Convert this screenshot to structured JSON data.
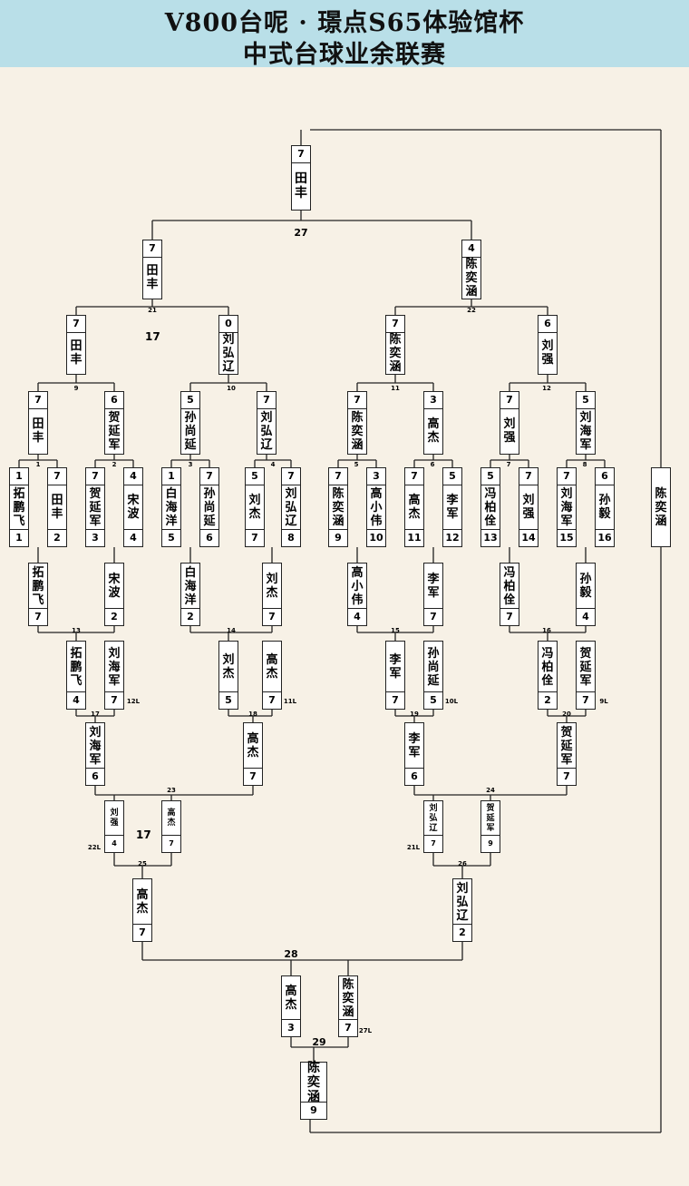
{
  "header": {
    "line1": "V800台呢 · 璟点S65体验馆杯",
    "line2": "中式台球业余联赛"
  },
  "notes": {
    "upper_left": "17",
    "lower_left": "17"
  },
  "colors": {
    "header_bg": "#b9dfe8",
    "page_bg": "#f7f1e6",
    "line": "#222222"
  },
  "match_labels": [
    {
      "id": "m1",
      "text": "1"
    },
    {
      "id": "m2",
      "text": "2"
    },
    {
      "id": "m3",
      "text": "3"
    },
    {
      "id": "m4",
      "text": "4"
    },
    {
      "id": "m5",
      "text": "5"
    },
    {
      "id": "m6",
      "text": "6"
    },
    {
      "id": "m7",
      "text": "7"
    },
    {
      "id": "m8",
      "text": "8"
    },
    {
      "id": "m9",
      "text": "9"
    },
    {
      "id": "m10",
      "text": "10"
    },
    {
      "id": "m11",
      "text": "11"
    },
    {
      "id": "m12",
      "text": "12"
    },
    {
      "id": "m13",
      "text": "13"
    },
    {
      "id": "m14",
      "text": "14"
    },
    {
      "id": "m15",
      "text": "15"
    },
    {
      "id": "m16",
      "text": "16"
    },
    {
      "id": "m17",
      "text": "17"
    },
    {
      "id": "m18",
      "text": "18"
    },
    {
      "id": "m19",
      "text": "19"
    },
    {
      "id": "m20",
      "text": "20"
    },
    {
      "id": "m21",
      "text": "21"
    },
    {
      "id": "m22",
      "text": "22"
    },
    {
      "id": "m23",
      "text": "23"
    },
    {
      "id": "m24",
      "text": "24"
    },
    {
      "id": "m25",
      "text": "25"
    },
    {
      "id": "m26",
      "text": "26"
    },
    {
      "id": "m27",
      "text": "27"
    },
    {
      "id": "m28",
      "text": "28"
    },
    {
      "id": "m29",
      "text": "29"
    },
    {
      "id": "l12",
      "text": "12L"
    },
    {
      "id": "l11",
      "text": "11L"
    },
    {
      "id": "l10",
      "text": "10L"
    },
    {
      "id": "l9",
      "text": "9L"
    },
    {
      "id": "l22",
      "text": "22L"
    },
    {
      "id": "l21",
      "text": "21L"
    },
    {
      "id": "l27",
      "text": "27L"
    }
  ],
  "boxes": [
    {
      "id": "champ",
      "name": "田丰",
      "top": "7"
    },
    {
      "id": "wf1",
      "name": "田丰",
      "top": "7"
    },
    {
      "id": "wf2",
      "name": "陈奕涵",
      "top": "4"
    },
    {
      "id": "ws1",
      "name": "田丰",
      "top": "7"
    },
    {
      "id": "ws2",
      "name": "刘弘辽",
      "top": "0"
    },
    {
      "id": "ws3",
      "name": "陈奕涵",
      "top": "7"
    },
    {
      "id": "ws4",
      "name": "刘强",
      "top": "6"
    },
    {
      "id": "wq1",
      "name": "田丰",
      "top": "7"
    },
    {
      "id": "wq2",
      "name": "贺延军",
      "top": "6"
    },
    {
      "id": "wq3",
      "name": "孙尚延",
      "top": "5"
    },
    {
      "id": "wq4",
      "name": "刘弘辽",
      "top": "7"
    },
    {
      "id": "wq5",
      "name": "陈奕涵",
      "top": "7"
    },
    {
      "id": "wq6",
      "name": "高杰",
      "top": "3"
    },
    {
      "id": "wq7",
      "name": "刘强",
      "top": "7"
    },
    {
      "id": "wq8",
      "name": "刘海军",
      "top": "5"
    },
    {
      "id": "s1",
      "name": "拓鹏飞",
      "top": "1",
      "bot": "1"
    },
    {
      "id": "s2",
      "name": "田丰",
      "top": "7",
      "bot": "2"
    },
    {
      "id": "s3",
      "name": "贺延军",
      "top": "7",
      "bot": "3"
    },
    {
      "id": "s4",
      "name": "宋波",
      "top": "4",
      "bot": "4"
    },
    {
      "id": "s5",
      "name": "白海洋",
      "top": "1",
      "bot": "5"
    },
    {
      "id": "s6",
      "name": "孙尚延",
      "top": "7",
      "bot": "6"
    },
    {
      "id": "s7",
      "name": "刘杰",
      "top": "5",
      "bot": "7"
    },
    {
      "id": "s8",
      "name": "刘弘辽",
      "top": "7",
      "bot": "8"
    },
    {
      "id": "s9",
      "name": "陈奕涵",
      "top": "7",
      "bot": "9"
    },
    {
      "id": "s10",
      "name": "高小伟",
      "top": "3",
      "bot": "10"
    },
    {
      "id": "s11",
      "name": "高杰",
      "top": "7",
      "bot": "11"
    },
    {
      "id": "s12",
      "name": "李军",
      "top": "5",
      "bot": "12"
    },
    {
      "id": "s13",
      "name": "冯柏佺",
      "top": "5",
      "bot": "13"
    },
    {
      "id": "s14",
      "name": "刘强",
      "top": "7",
      "bot": "14"
    },
    {
      "id": "s15",
      "name": "刘海军",
      "top": "7",
      "bot": "15"
    },
    {
      "id": "s16",
      "name": "孙毅",
      "top": "6",
      "bot": "16"
    },
    {
      "id": "l1a",
      "name": "拓鹏飞",
      "bot": "7"
    },
    {
      "id": "l1b",
      "name": "宋波",
      "bot": "2"
    },
    {
      "id": "l1c",
      "name": "白海洋",
      "bot": "2"
    },
    {
      "id": "l1d",
      "name": "刘杰",
      "bot": "7"
    },
    {
      "id": "l1e",
      "name": "高小伟",
      "bot": "4"
    },
    {
      "id": "l1f",
      "name": "李军",
      "bot": "7"
    },
    {
      "id": "l1g",
      "name": "冯柏佺",
      "bot": "7"
    },
    {
      "id": "l1h",
      "name": "孙毅",
      "bot": "4"
    },
    {
      "id": "l2a",
      "name": "拓鹏飞",
      "bot": "4"
    },
    {
      "id": "l2b",
      "name": "刘海军",
      "bot": "7"
    },
    {
      "id": "l2c",
      "name": "刘杰",
      "bot": "5"
    },
    {
      "id": "l2d",
      "name": "高杰",
      "bot": "7"
    },
    {
      "id": "l2e",
      "name": "李军",
      "bot": "7"
    },
    {
      "id": "l2f",
      "name": "孙尚延",
      "bot": "5"
    },
    {
      "id": "l2g",
      "name": "冯柏佺",
      "bot": "2"
    },
    {
      "id": "l2h",
      "name": "贺延军",
      "bot": "7"
    },
    {
      "id": "l3a",
      "name": "刘海军",
      "bot": "6"
    },
    {
      "id": "l3b",
      "name": "高杰",
      "bot": "7"
    },
    {
      "id": "l3c",
      "name": "李军",
      "bot": "6"
    },
    {
      "id": "l3d",
      "name": "贺延军",
      "bot": "7"
    },
    {
      "id": "l4a",
      "name": "刘强",
      "bot": "4"
    },
    {
      "id": "l4b",
      "name": "高杰",
      "bot": "7"
    },
    {
      "id": "l4c",
      "name": "刘弘辽",
      "bot": "7"
    },
    {
      "id": "l4d",
      "name": "贺延军",
      "bot": "9"
    },
    {
      "id": "l5a",
      "name": "高杰",
      "bot": "7"
    },
    {
      "id": "l5b",
      "name": "刘弘辽",
      "bot": "2"
    },
    {
      "id": "lf1",
      "name": "高杰",
      "bot": "3"
    },
    {
      "id": "lf2",
      "name": "陈奕涵",
      "bot": "7"
    },
    {
      "id": "gf",
      "name": "陈奕涵",
      "bot": "9"
    },
    {
      "id": "right",
      "name": "陈奕涵"
    }
  ]
}
